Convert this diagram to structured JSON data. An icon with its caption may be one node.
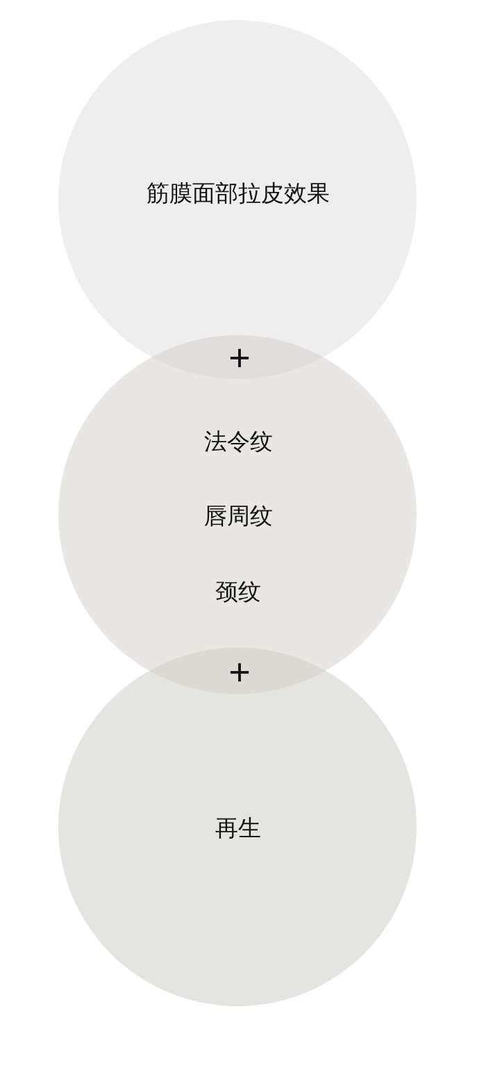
{
  "diagram": {
    "nodes": [
      {
        "text": [
          "筋膜面部拉皮效果"
        ]
      },
      {
        "text": [
          "法令纹",
          "唇周纹",
          "颈纹"
        ]
      },
      {
        "text": [
          "再生"
        ]
      }
    ],
    "labels": [
      "+",
      "+"
    ]
  }
}
